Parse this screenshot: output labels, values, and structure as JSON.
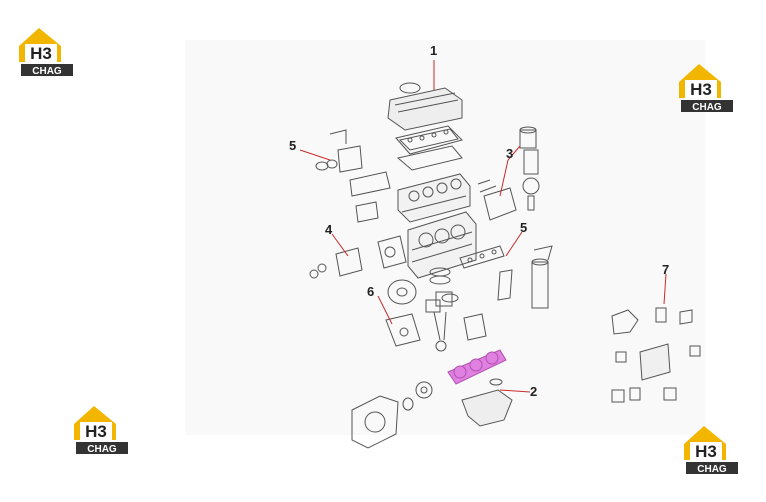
{
  "brand": {
    "logo_text_top": "H3",
    "logo_text_bottom": "CHAG",
    "colors": {
      "roof": "#f2b600",
      "ink": "#222222",
      "label_bg": "#333333"
    }
  },
  "callouts": {
    "c1": "1",
    "c2": "2",
    "c3": "3",
    "c4": "4",
    "c5a": "5",
    "c5b": "5",
    "c6": "6",
    "c7": "7"
  },
  "colors": {
    "leader": "#cc2a2a",
    "crankshaft": "#e080e0",
    "part_line": "#555555",
    "canvas": "#f9f9f9"
  }
}
